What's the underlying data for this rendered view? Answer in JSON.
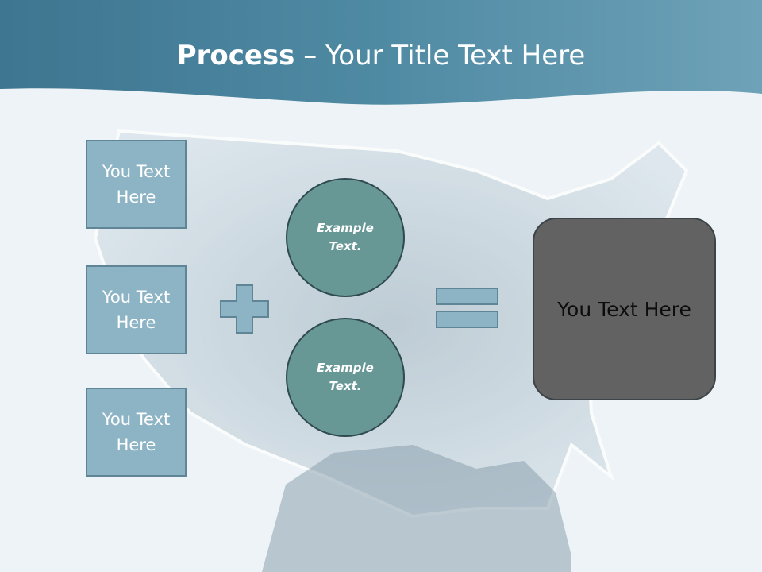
{
  "slide": {
    "title_bold": "Process",
    "title_rest": " – Your Title Text Here",
    "left_boxes": [
      {
        "label": "You Text Here"
      },
      {
        "label": "You Text Here"
      },
      {
        "label": "You Text Here"
      }
    ],
    "circles": [
      {
        "label": "Example Text."
      },
      {
        "label": "Example Text."
      }
    ],
    "result": {
      "label": "You Text Here"
    }
  },
  "icons": {
    "plus": "plus-icon",
    "equals": "equals-icon"
  },
  "colors": {
    "header": "#4f8aa3",
    "box_fill": "#8db4c5",
    "circle_fill": "#689896",
    "result_fill": "#626262"
  }
}
